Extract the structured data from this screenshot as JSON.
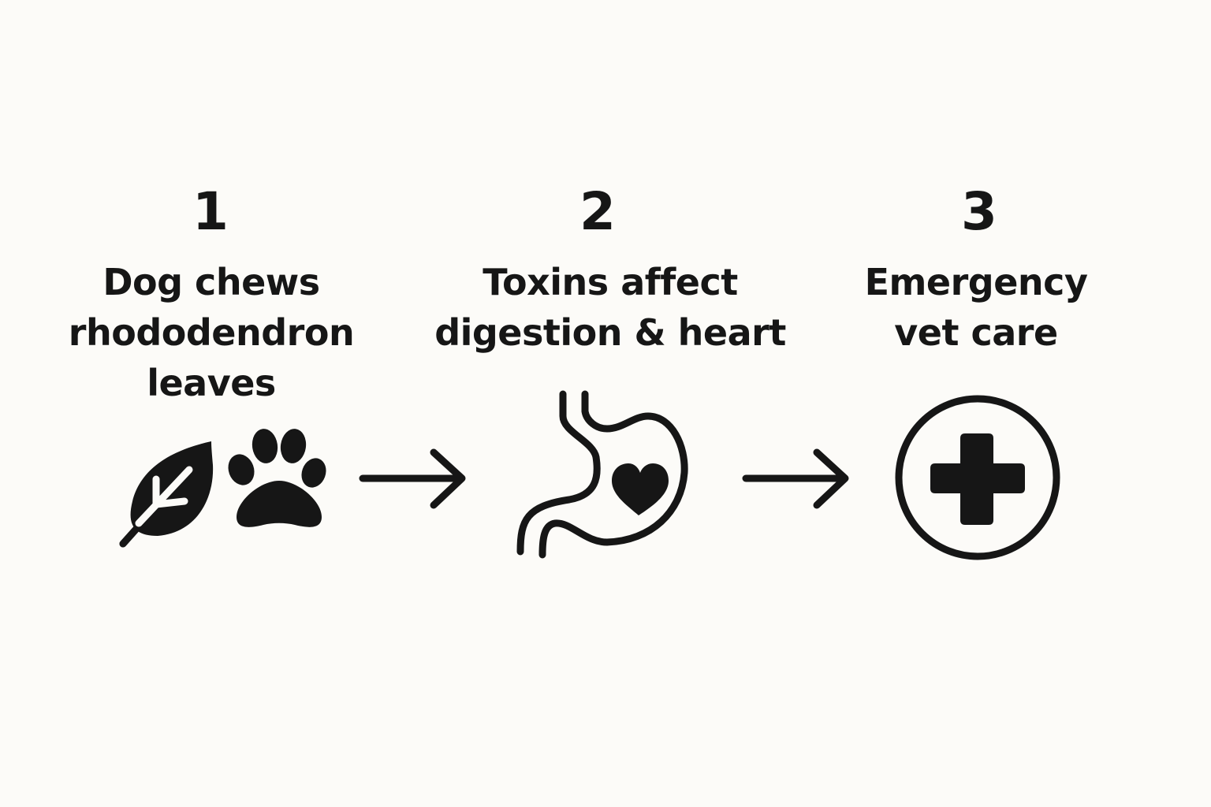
{
  "steps": [
    {
      "number": "1",
      "label_lines": [
        "Dog chews",
        "rhododendron",
        "leaves"
      ],
      "icons": [
        "leaf-icon",
        "paw-print-icon"
      ]
    },
    {
      "number": "2",
      "label_lines": [
        "Toxins affect",
        "digestion & heart"
      ],
      "icons": [
        "stomach-icon",
        "heart-icon"
      ]
    },
    {
      "number": "3",
      "label_lines": [
        "Emergency",
        "vet care"
      ],
      "icons": [
        "medical-cross-icon"
      ]
    }
  ],
  "connectors": [
    "arrow-right-icon",
    "arrow-right-icon"
  ],
  "colors": {
    "ink": "#161616",
    "background": "#fcfbf8"
  }
}
